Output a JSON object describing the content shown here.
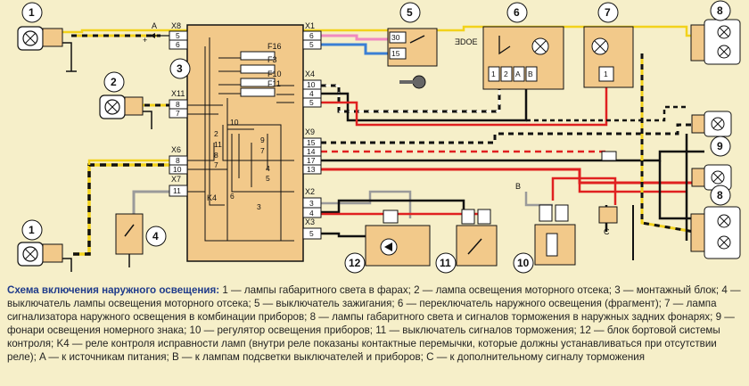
{
  "components": [
    "1",
    "2",
    "3",
    "4",
    "5",
    "6",
    "7",
    "8",
    "9",
    "8",
    "1",
    "12",
    "11",
    "10"
  ],
  "connectors": [
    "X8",
    "X1",
    "X11",
    "X4",
    "X6",
    "X9",
    "X7",
    "X2",
    "X3",
    "K4"
  ],
  "fuses": [
    "F16",
    "F3",
    "F10",
    "F11"
  ],
  "pins": {
    "x8": [
      "5",
      "6"
    ],
    "x1": [
      "6",
      "5"
    ],
    "x11": [
      "8",
      "7"
    ],
    "x4": [
      "10",
      "4",
      "5"
    ],
    "x6": [
      "8",
      "10"
    ],
    "x9": [
      "15",
      "14",
      "17",
      "13"
    ],
    "x7": [
      "11"
    ],
    "x2": [
      "3",
      "4"
    ],
    "x3": [
      "5"
    ],
    "sw5": [
      "30",
      "15"
    ],
    "sw6": [
      "1",
      "2",
      "A",
      "B"
    ],
    "lamp7": [
      "1"
    ],
    "block_inner": [
      "10",
      "2",
      "11",
      "8",
      "7",
      "9",
      "7",
      "4",
      "5",
      "6",
      "3"
    ]
  },
  "labels": {
    "a": "A",
    "plus": "+",
    "b": "B",
    "c": "C",
    "dim": "ƎDOE"
  },
  "caption": {
    "title": "Схема включения наружного освещения:",
    "text": " 1 — лампы габаритного света в фарах; 2 — лампа освещения моторного отсека; 3 — монтажный блок; 4 — выключатель лампы освещения моторного отсека; 5 — выключатель зажигания; 6 — переключатель наружного освещения (фрагмент); 7 — лампа сигнализатора наружного освещения в комбинации приборов; 8 — лампы габаритного света и сигналов торможения в наружных задних фонарях; 9 — фонари освещения номерного знака; 10 — регулятор освещения приборов; 11 — выключатель сигналов торможения; 12 — блок бортовой системы контроля; K4 — реле контроля исправности ламп (внутри реле показаны контактные перемычки, которые должны устанавливаться при отсутствии реле); A — к источникам питания; B — к лампам подсветки выключателей и приборов; C — к дополнительному сигналу торможения"
  },
  "colors": {
    "background": "#f6efc9",
    "block": "#f2c98a",
    "yellow": "#f2d21b",
    "red": "#e02020",
    "blue": "#3b7fd4",
    "pink": "#f08ac0",
    "black": "#111111",
    "gray": "#9a9a9a",
    "caption_title": "#1e3a8a"
  }
}
